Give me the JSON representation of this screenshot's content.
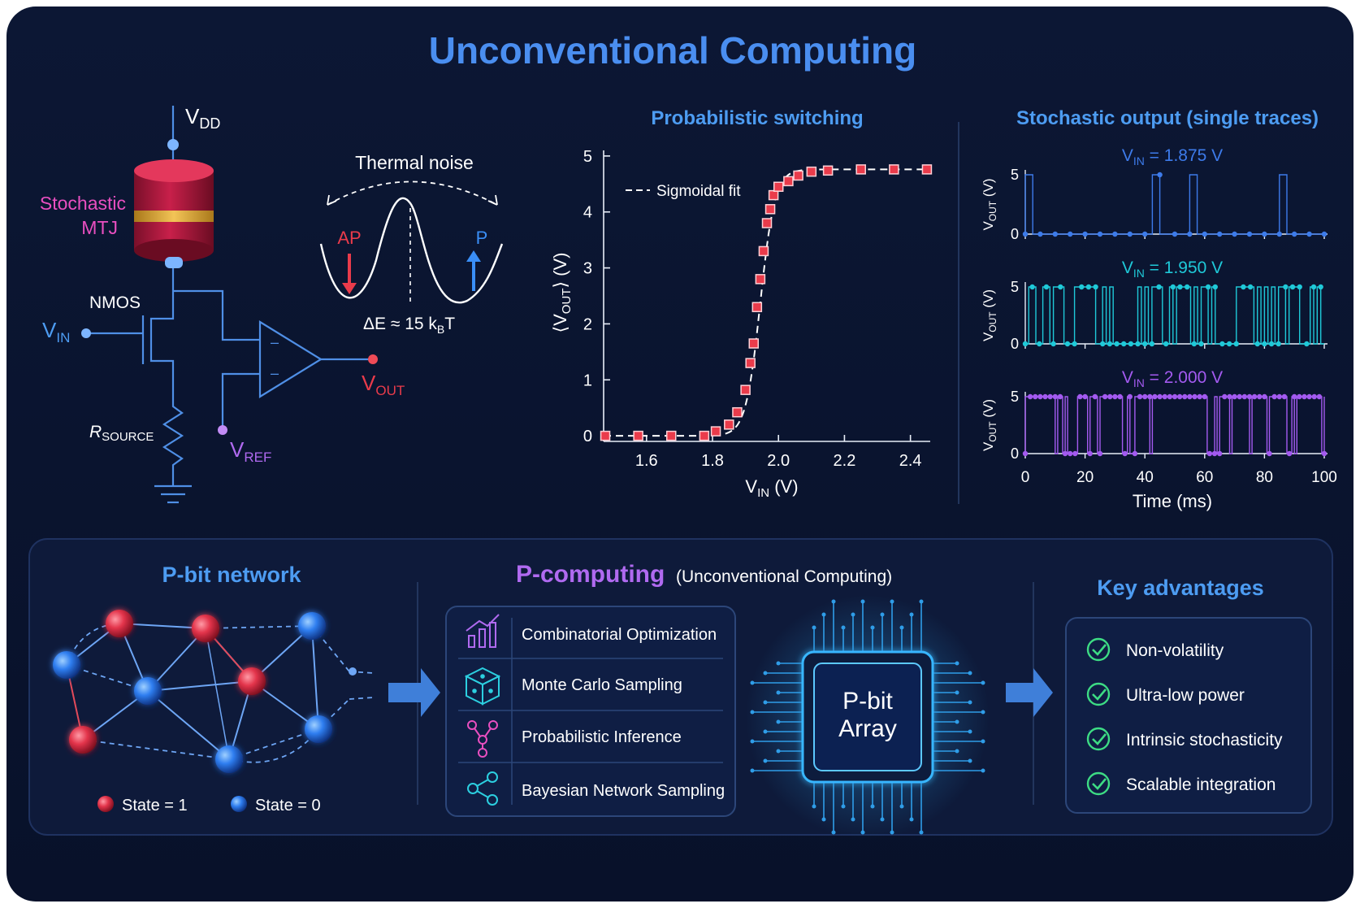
{
  "title": "Unconventional Computing",
  "circuit": {
    "vdd_main": "V",
    "vdd_sub": "DD",
    "mtj_line1": "Stochastic",
    "mtj_line2": "MTJ",
    "nmos": "NMOS",
    "vin_main": "V",
    "vin_sub": "IN",
    "vout_main": "V",
    "vout_sub": "OUT",
    "vref_main": "V",
    "vref_sub": "REF",
    "rsource_main": "R",
    "rsource_sub": "SOURCE"
  },
  "thermal": {
    "title": "Thermal noise",
    "ap": "AP",
    "p": "P",
    "barrier_main": "ΔE ≈ 15 k",
    "barrier_sub": "B",
    "barrier_tail": "T"
  },
  "switching": {
    "title": "Probabilistic switching",
    "ylabel_pre": "⟨V",
    "ylabel_sub": "OUT",
    "ylabel_post": "⟩ (V)",
    "xlabel_main": "V",
    "xlabel_sub": "IN",
    "xlabel_post": " (V)",
    "legend": "Sigmoidal fit"
  },
  "stochastic": {
    "title": "Stochastic output (single traces)",
    "ylabel_main": "V",
    "ylabel_sub": "OUT",
    "ylabel_post": " (V)",
    "xlabel": "Time (ms)",
    "traces": [
      {
        "label_main": "V",
        "label_sub": "IN",
        "label_value": " = 1.875 V",
        "color": "#3d7bea"
      },
      {
        "label_main": "V",
        "label_sub": "IN",
        "label_value": " = 1.950 V",
        "color": "#1fc9d8"
      },
      {
        "label_main": "V",
        "label_sub": "IN",
        "label_value": " = 2.000 V",
        "color": "#a35af0"
      }
    ]
  },
  "chart_data": [
    {
      "type": "scatter",
      "x": [
        1.475,
        1.575,
        1.675,
        1.775,
        1.81,
        1.85,
        1.875,
        1.9,
        1.915,
        1.925,
        1.935,
        1.945,
        1.955,
        1.965,
        1.975,
        1.985,
        2.0,
        2.03,
        2.06,
        2.1,
        2.15,
        2.25,
        2.35,
        2.45
      ],
      "y": [
        0.0,
        0.0,
        0.0,
        0.0,
        0.08,
        0.2,
        0.42,
        0.82,
        1.3,
        1.65,
        2.3,
        2.8,
        3.3,
        3.8,
        4.05,
        4.3,
        4.45,
        4.55,
        4.65,
        4.72,
        4.74,
        4.76,
        4.76,
        4.76
      ],
      "fit": "Sigmoidal fit",
      "xlabel": "VIN (V)",
      "ylabel": "⟨VOUT⟩ (V)",
      "xticks": [
        1.6,
        1.8,
        2.0,
        2.2,
        2.4
      ],
      "yticks": [
        0,
        1,
        2,
        3,
        4,
        5
      ],
      "xlim": [
        1.47,
        2.46
      ],
      "ylim": [
        -0.1,
        5.1
      ],
      "title": "Probabilistic switching"
    },
    {
      "type": "line",
      "title": "Stochastic output (single traces)",
      "xlabel": "Time (ms)",
      "ylabel": "VOUT (V)",
      "xticks": [
        0,
        20,
        40,
        60,
        80,
        100
      ],
      "yticks": [
        0,
        5
      ],
      "xlim": [
        0,
        100
      ],
      "ylim": [
        0,
        5
      ],
      "series": [
        {
          "name": "VIN = 1.875 V",
          "high_fraction": 0.2
        },
        {
          "name": "VIN = 1.950 V",
          "high_fraction": 0.5
        },
        {
          "name": "VIN = 2.000 V",
          "high_fraction": 0.78
        }
      ]
    }
  ],
  "pbit": {
    "title": "P-bit network",
    "state1": "State = 1",
    "state0": "State = 0",
    "red": "#e24a5a",
    "blue": "#3a86ff"
  },
  "pcomputing": {
    "title": "P-computing",
    "subtitle": "(Unconventional Computing)",
    "items": [
      {
        "label": "Combinatorial Optimization",
        "icon": "bar-chart-icon"
      },
      {
        "label": "Monte Carlo Sampling",
        "icon": "dice-icon"
      },
      {
        "label": "Probabilistic Inference",
        "icon": "tree-nodes-icon"
      },
      {
        "label": "Bayesian Network Sampling",
        "icon": "share-nodes-icon"
      }
    ],
    "chip_line1": "P-bit",
    "chip_line2": "Array"
  },
  "advantages": {
    "title": "Key advantages",
    "items": [
      "Non-volatility",
      "Ultra-low power",
      "Intrinsic stochasticity",
      "Scalable integration"
    ],
    "check_color": "#3ddc84"
  },
  "colors": {
    "background": "#0a1430",
    "title": "#4a8ef0",
    "accent_blue": "#4d9cf2",
    "accent_pink": "#e94fc0",
    "accent_red": "#ea3b4b",
    "accent_purple": "#b06af0",
    "wire": "#4f8fe6"
  }
}
